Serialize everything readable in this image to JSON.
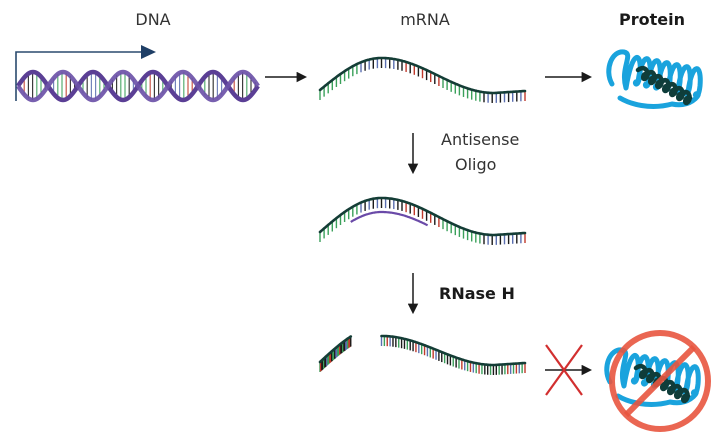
{
  "labels": {
    "dna": "DNA",
    "mrna": "mRNA",
    "protein": "Protein",
    "antisense_line1": "Antisense",
    "antisense_line2": "Oligo",
    "rnase": "RNase H"
  },
  "icons": {
    "promoter": "promoter-arrow-icon",
    "dna": "dna-double-helix-icon",
    "mrna": "mrna-strand-icon",
    "protein": "folded-protein-icon",
    "blocked": "red-x-icon",
    "prohibited": "prohibited-sign-icon"
  },
  "colors": {
    "helix": "#5b3f95",
    "promoter": "#2a4a6e",
    "backbone": "#143d36",
    "arrow": "#1a1a1a",
    "protein_coil": "#1aa3dd",
    "protein_helix": "#0f3d3a",
    "oligo": "#6a4aa8",
    "blocked": "#d22f2f",
    "prohibited": "#e8553f",
    "base_colors": [
      "#1a1a1a",
      "#c0392b",
      "#3aa05a",
      "#5b6fb0",
      "#1a1a1a",
      "#3aa05a"
    ]
  }
}
